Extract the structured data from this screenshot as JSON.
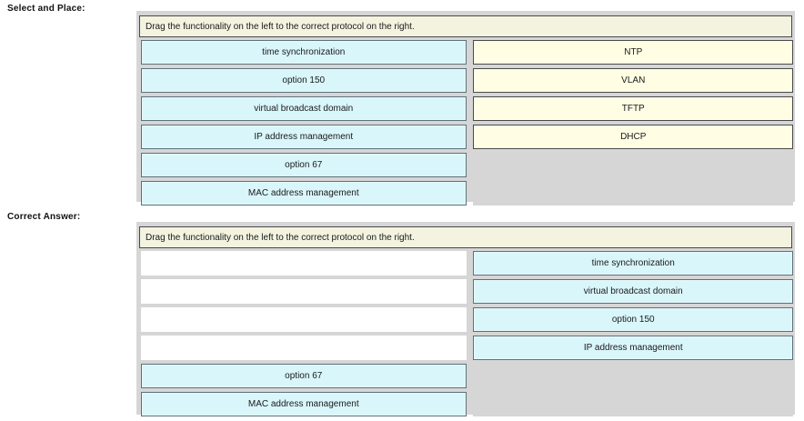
{
  "labels": {
    "select_and_place": "Select and Place:",
    "correct_answer": "Correct Answer:"
  },
  "instruction": "Drag the functionality on the left to the correct protocol on the right.",
  "select_and_place": {
    "left_column": [
      "time synchronization",
      "option 150",
      "virtual broadcast domain",
      "IP address management",
      "option 67",
      "MAC address management"
    ],
    "right_column": [
      "NTP",
      "VLAN",
      "TFTP",
      "DHCP"
    ]
  },
  "correct_answer": {
    "left_column": [
      "",
      "",
      "",
      "",
      "option 67",
      "MAC address management"
    ],
    "right_column": [
      "time synchronization",
      "virtual broadcast domain",
      "option 150",
      "IP address management"
    ]
  },
  "colors": {
    "panel_background": "#d6d6d6",
    "draggable_tile": "#d9f6fb",
    "target_tile": "#fffde3",
    "instruction_bar": "#f3f3e0",
    "empty_slot": "#ffffff",
    "tile_border": "#5c7179",
    "text": "#1a1a1a"
  }
}
